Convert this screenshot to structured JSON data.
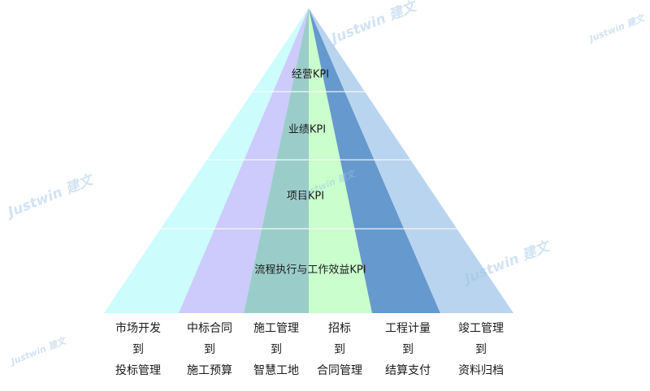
{
  "levels": [
    "经营KPI",
    "业绩KPI",
    "项目KPI",
    "流程执行与工作效益KPI"
  ],
  "segments": [
    {
      "color": "#ccfcfc",
      "lines": [
        "市场开发",
        "到",
        "投标管理"
      ]
    },
    {
      "color": "#cccbfb",
      "lines": [
        "中标合同",
        "到",
        "施工预算"
      ]
    },
    {
      "color": "#9acdca",
      "lines": [
        "施工管理",
        "到",
        "智慧工地"
      ]
    },
    {
      "color": "#cafecc",
      "lines": [
        "招标",
        "到",
        "合同管理"
      ]
    },
    {
      "color": "#6699cd",
      "lines": [
        "工程计量",
        "到",
        "结算支付"
      ]
    },
    {
      "color": "#b9d4ef",
      "lines": [
        "竣工管理",
        "到",
        "资料归档"
      ]
    }
  ],
  "watermark": {
    "text": "Justwin 建文"
  }
}
